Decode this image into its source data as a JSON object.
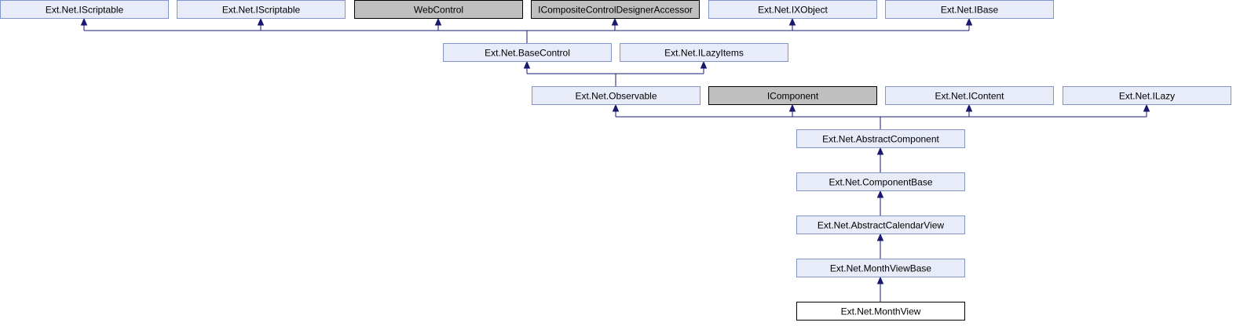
{
  "colors": {
    "normal_fill": "#E8ECF8",
    "normal_stroke": "#8394C9",
    "external_fill": "#BFBFBF",
    "external_stroke": "#000000",
    "current_fill": "#FFFFFF",
    "current_stroke": "#000000",
    "edge": "#191970"
  },
  "nodes": [
    {
      "id": "iscriptable-1",
      "label": "Ext.Net.IScriptable",
      "kind": "normal"
    },
    {
      "id": "iscriptable-2",
      "label": "Ext.Net.IScriptable",
      "kind": "normal"
    },
    {
      "id": "webcontrol",
      "label": "WebControl",
      "kind": "external"
    },
    {
      "id": "icomposite",
      "label": "ICompositeControlDesignerAccessor",
      "kind": "external"
    },
    {
      "id": "ixobject",
      "label": "Ext.Net.IXObject",
      "kind": "normal"
    },
    {
      "id": "ibase",
      "label": "Ext.Net.IBase",
      "kind": "normal"
    },
    {
      "id": "basecontrol",
      "label": "Ext.Net.BaseControl",
      "kind": "normal"
    },
    {
      "id": "ilazyitems",
      "label": "Ext.Net.ILazyItems",
      "kind": "normal"
    },
    {
      "id": "observable",
      "label": "Ext.Net.Observable",
      "kind": "normal"
    },
    {
      "id": "icomponent",
      "label": "IComponent",
      "kind": "external"
    },
    {
      "id": "icontent",
      "label": "Ext.Net.IContent",
      "kind": "normal"
    },
    {
      "id": "ilazy",
      "label": "Ext.Net.ILazy",
      "kind": "normal"
    },
    {
      "id": "abstractcomponent",
      "label": "Ext.Net.AbstractComponent",
      "kind": "normal"
    },
    {
      "id": "componentbase",
      "label": "Ext.Net.ComponentBase",
      "kind": "normal"
    },
    {
      "id": "abstractcalendarview",
      "label": "Ext.Net.AbstractCalendarView",
      "kind": "normal"
    },
    {
      "id": "monthviewbase",
      "label": "Ext.Net.MonthViewBase",
      "kind": "normal"
    },
    {
      "id": "monthview",
      "label": "Ext.Net.MonthView",
      "kind": "current"
    }
  ],
  "edges": [
    {
      "from": "basecontrol",
      "to": [
        "iscriptable-1",
        "iscriptable-2",
        "webcontrol",
        "icomposite",
        "ixobject",
        "ibase"
      ]
    },
    {
      "from": "observable",
      "to": [
        "basecontrol",
        "ilazyitems"
      ]
    },
    {
      "from": "abstractcomponent",
      "to": [
        "observable",
        "icomponent",
        "icontent",
        "ilazy"
      ]
    },
    {
      "from": "componentbase",
      "to": [
        "abstractcomponent"
      ]
    },
    {
      "from": "abstractcalendarview",
      "to": [
        "componentbase"
      ]
    },
    {
      "from": "monthviewbase",
      "to": [
        "abstractcalendarview"
      ]
    },
    {
      "from": "monthview",
      "to": [
        "monthviewbase"
      ]
    }
  ]
}
